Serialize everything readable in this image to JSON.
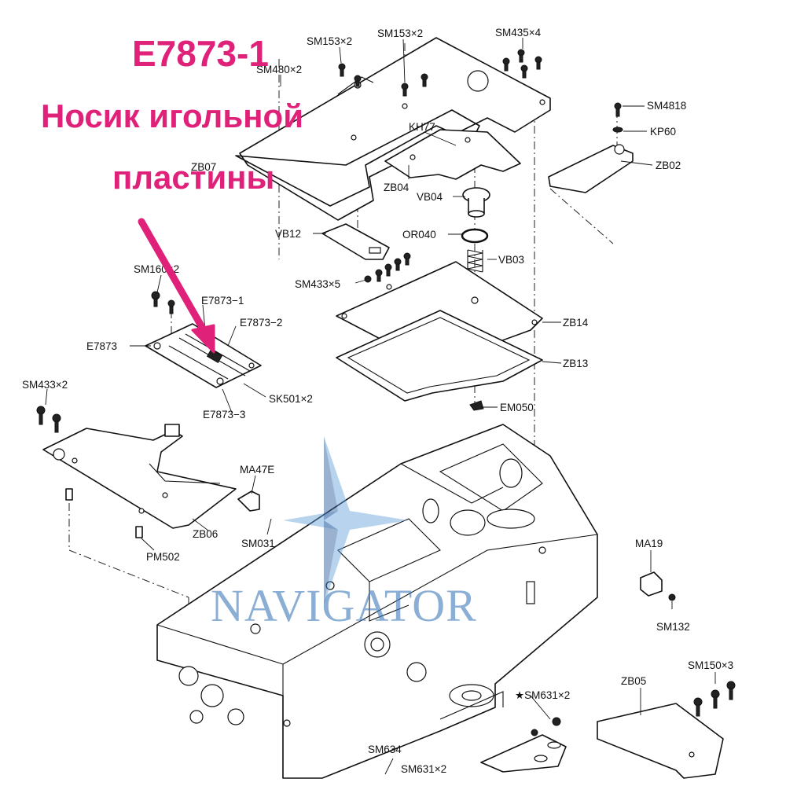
{
  "annotation": {
    "code": "E7873-1",
    "line1": "Носик игольной",
    "line2": "пластины"
  },
  "watermark": {
    "text": "NAVIGATOR",
    "colors": [
      "#3e78b8",
      "#6aa84f"
    ]
  },
  "labels": {
    "sm153_a": "SM153×2",
    "sm153_b": "SM153×2",
    "sm435": "SM435×4",
    "sm480": "SM480×2",
    "sm4818": "SM4818",
    "kp60": "KP60",
    "zb02": "ZB02",
    "kh77": "KH77",
    "zb07": "ZB07",
    "zb04": "ZB04",
    "vb04": "VB04",
    "or040": "OR040",
    "vb12": "VB12",
    "vb03": "VB03",
    "sm160": "SM160×2",
    "sm433_5": "SM433×5",
    "e7873_1": "E7873−1",
    "e7873_2": "E7873−2",
    "e7873": "E7873",
    "zb14": "ZB14",
    "zb13": "ZB13",
    "sm433_2": "SM433×2",
    "sk501": "SK501×2",
    "e7873_3": "E7873−3",
    "em050": "EM050",
    "ma47e": "MA47E",
    "zb06": "ZB06",
    "sm031": "SM031",
    "pm502": "PM502",
    "ma19": "MA19",
    "sm132": "SM132",
    "sm150": "SM150×3",
    "zb05": "ZB05",
    "sm631_a": "★SM631×2",
    "sm634": "SM634",
    "sm631_b": "SM631×2"
  },
  "colors": {
    "annotation": "#e0217a",
    "line": "#111111"
  }
}
